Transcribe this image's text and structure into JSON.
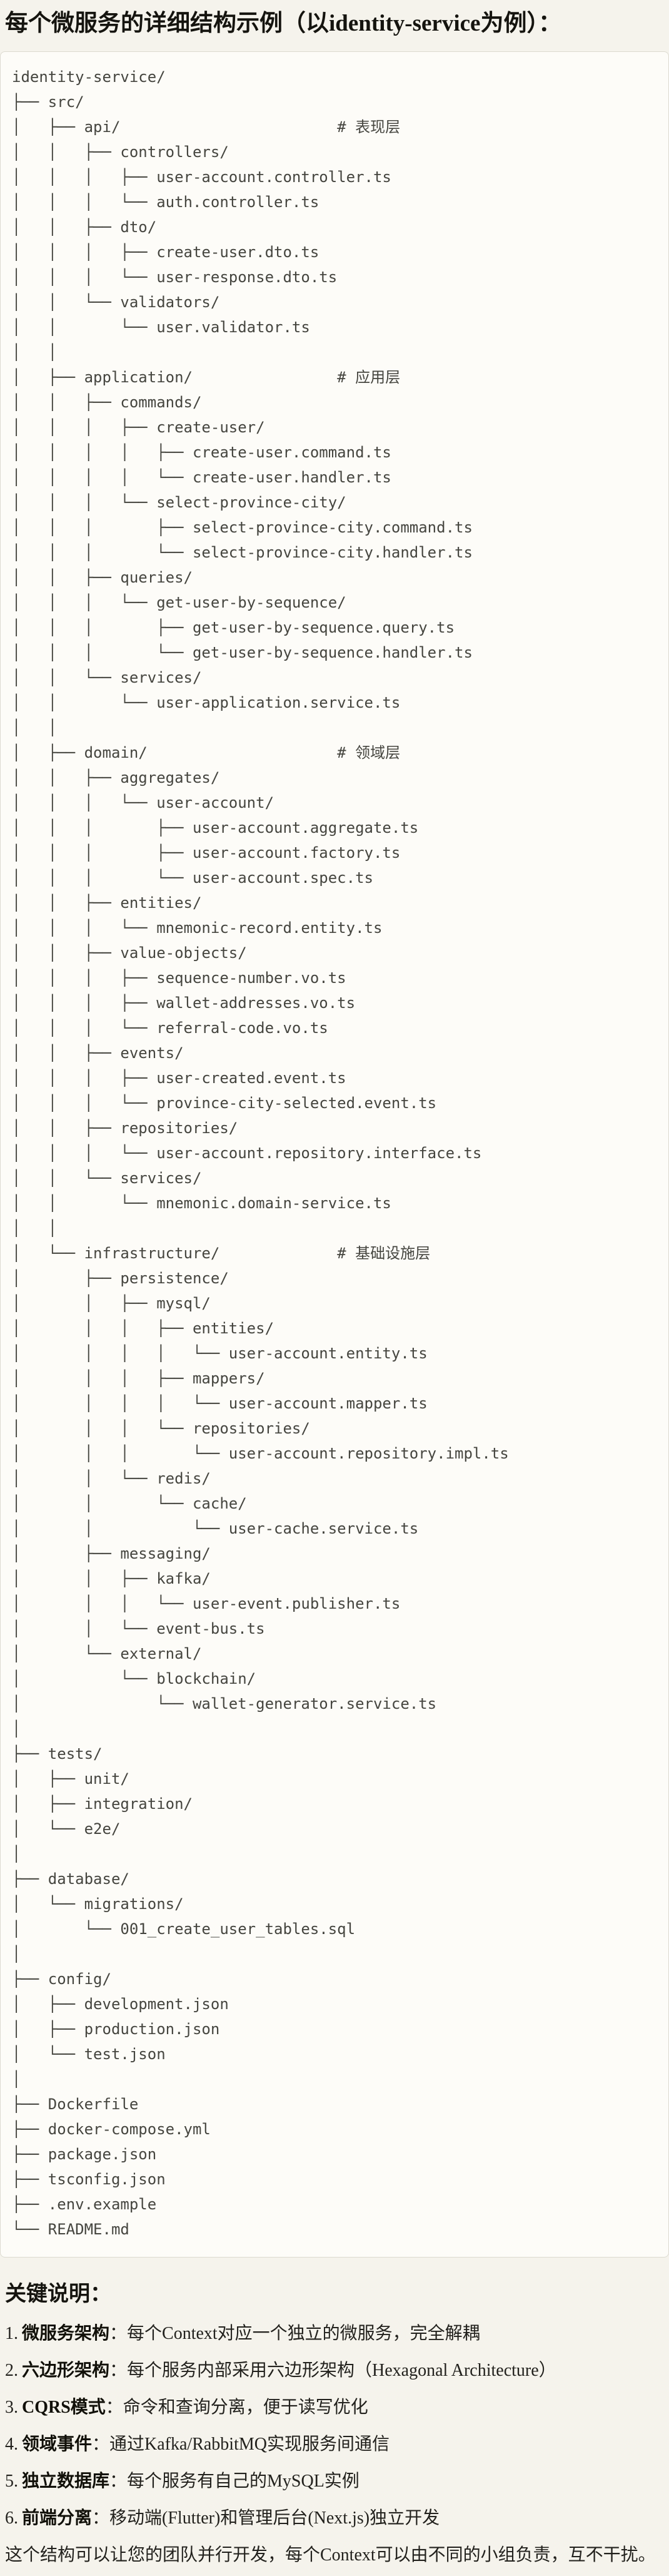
{
  "title": "每个微服务的详细结构示例（以identity-service为例）：",
  "tree": {
    "lines": [
      "identity-service/",
      "├── src/",
      "│   ├── api/                        # 表现层",
      "│   │   ├── controllers/",
      "│   │   │   ├── user-account.controller.ts",
      "│   │   │   └── auth.controller.ts",
      "│   │   ├── dto/",
      "│   │   │   ├── create-user.dto.ts",
      "│   │   │   └── user-response.dto.ts",
      "│   │   └── validators/",
      "│   │       └── user.validator.ts",
      "│   │",
      "│   ├── application/                # 应用层",
      "│   │   ├── commands/",
      "│   │   │   ├── create-user/",
      "│   │   │   │   ├── create-user.command.ts",
      "│   │   │   │   └── create-user.handler.ts",
      "│   │   │   └── select-province-city/",
      "│   │   │       ├── select-province-city.command.ts",
      "│   │   │       └── select-province-city.handler.ts",
      "│   │   ├── queries/",
      "│   │   │   └── get-user-by-sequence/",
      "│   │   │       ├── get-user-by-sequence.query.ts",
      "│   │   │       └── get-user-by-sequence.handler.ts",
      "│   │   └── services/",
      "│   │       └── user-application.service.ts",
      "│   │",
      "│   ├── domain/                     # 领域层",
      "│   │   ├── aggregates/",
      "│   │   │   └── user-account/",
      "│   │   │       ├── user-account.aggregate.ts",
      "│   │   │       ├── user-account.factory.ts",
      "│   │   │       └── user-account.spec.ts",
      "│   │   ├── entities/",
      "│   │   │   └── mnemonic-record.entity.ts",
      "│   │   ├── value-objects/",
      "│   │   │   ├── sequence-number.vo.ts",
      "│   │   │   ├── wallet-addresses.vo.ts",
      "│   │   │   └── referral-code.vo.ts",
      "│   │   ├── events/",
      "│   │   │   ├── user-created.event.ts",
      "│   │   │   └── province-city-selected.event.ts",
      "│   │   ├── repositories/",
      "│   │   │   └── user-account.repository.interface.ts",
      "│   │   └── services/",
      "│   │       └── mnemonic.domain-service.ts",
      "│   │",
      "│   └── infrastructure/             # 基础设施层",
      "│       ├── persistence/",
      "│       │   ├── mysql/",
      "│       │   │   ├── entities/",
      "│       │   │   │   └── user-account.entity.ts",
      "│       │   │   ├── mappers/",
      "│       │   │   │   └── user-account.mapper.ts",
      "│       │   │   └── repositories/",
      "│       │   │       └── user-account.repository.impl.ts",
      "│       │   └── redis/",
      "│       │       └── cache/",
      "│       │           └── user-cache.service.ts",
      "│       ├── messaging/",
      "│       │   ├── kafka/",
      "│       │   │   └── user-event.publisher.ts",
      "│       │   └── event-bus.ts",
      "│       └── external/",
      "│           └── blockchain/",
      "│               └── wallet-generator.service.ts",
      "│",
      "├── tests/",
      "│   ├── unit/",
      "│   ├── integration/",
      "│   └── e2e/",
      "│",
      "├── database/",
      "│   └── migrations/",
      "│       └── 001_create_user_tables.sql",
      "│",
      "├── config/",
      "│   ├── development.json",
      "│   ├── production.json",
      "│   └── test.json",
      "│",
      "├── Dockerfile",
      "├── docker-compose.yml",
      "├── package.json",
      "├── tsconfig.json",
      "├── .env.example",
      "└── README.md"
    ]
  },
  "notes": {
    "heading": "关键说明：",
    "items": [
      {
        "num": "1.",
        "label": "微服务架构",
        "text": "：每个Context对应一个独立的微服务，完全解耦"
      },
      {
        "num": "2.",
        "label": "六边形架构",
        "text": "：每个服务内部采用六边形架构（Hexagonal Architecture）"
      },
      {
        "num": "3.",
        "label": "CQRS模式",
        "text": "：命令和查询分离，便于读写优化"
      },
      {
        "num": "4.",
        "label": "领域事件",
        "text": "：通过Kafka/RabbitMQ实现服务间通信"
      },
      {
        "num": "5.",
        "label": "独立数据库",
        "text": "：每个服务有自己的MySQL实例"
      },
      {
        "num": "6.",
        "label": "前端分离",
        "text": "：移动端(Flutter)和管理后台(Next.js)独立开发"
      }
    ],
    "closing": "这个结构可以让您的团队并行开发，每个Context可以由不同的小组负责，互不干扰。"
  },
  "colors": {
    "page_bg": "#f5f3ec",
    "code_block_bg": "#fdfcf8",
    "code_block_border": "#dcdad0",
    "tree_text": "#45453f",
    "heading_text": "#15140f",
    "body_text": "#22211d"
  }
}
